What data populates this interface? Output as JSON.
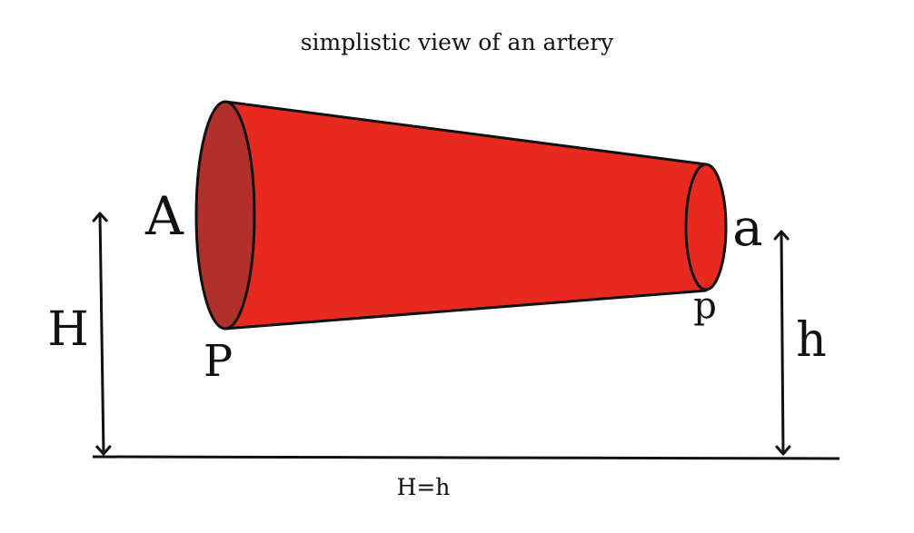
{
  "title": "simplistic view of an artery",
  "labels": {
    "area_left": "A",
    "area_right": "a",
    "pressure_left": "P",
    "pressure_right": "p",
    "height_left": "H",
    "height_right": "h",
    "equation": "H=h"
  },
  "colors": {
    "artery_body": "#e8291f",
    "artery_end_face": "#b1302b",
    "artery_right_face": "#e8291f",
    "stroke": "#111111"
  }
}
